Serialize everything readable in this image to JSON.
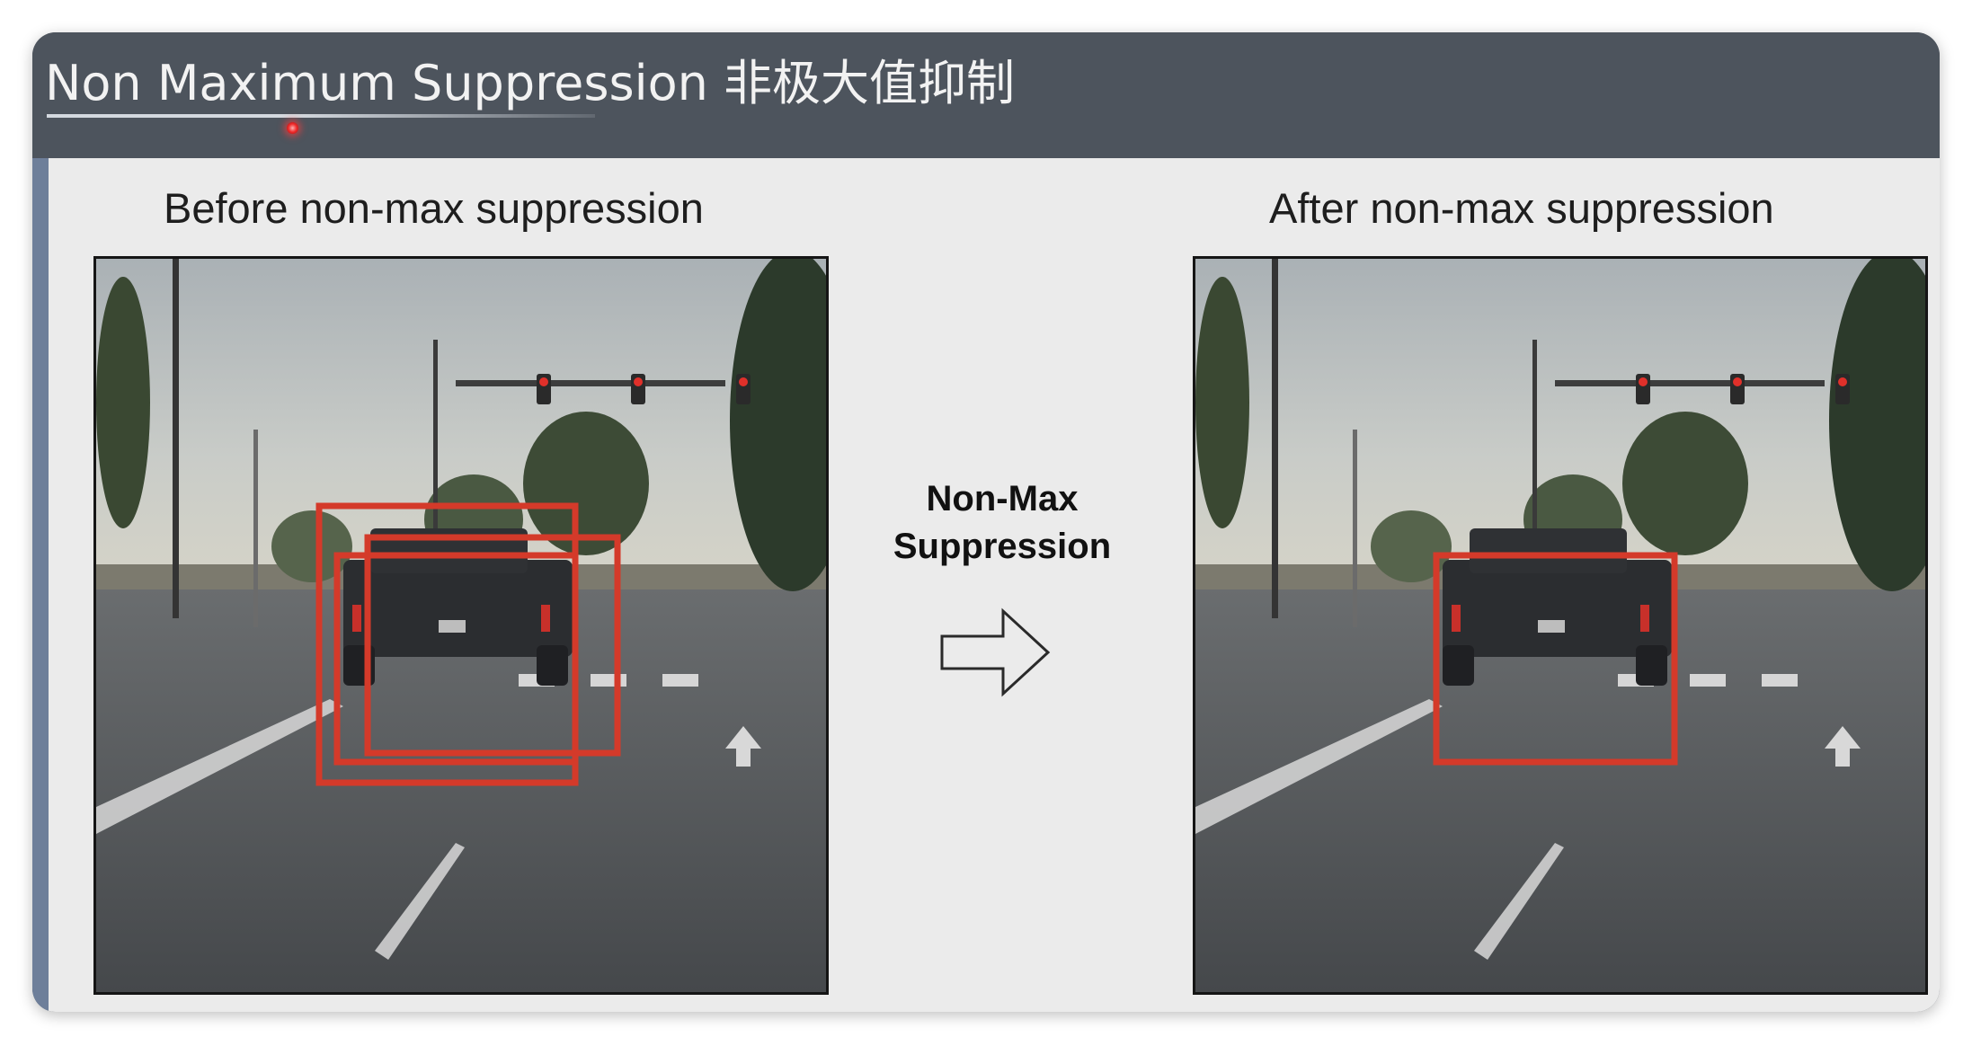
{
  "header": {
    "title": "Non Maximum Suppression 非极大值抑制"
  },
  "slide": {
    "left_caption": "Before non-max suppression",
    "right_caption": "After non-max suppression",
    "arrow_label_line1": "Non-Max",
    "arrow_label_line2": "Suppression"
  },
  "icons": {
    "arrow": "right-arrow-outline-icon",
    "pointer": "laser-pointer-dot"
  },
  "colors": {
    "header_bg": "#4d545d",
    "slide_bg": "#ebebeb",
    "box_red": "#d43a2a",
    "text_dark": "#1e1e1e"
  }
}
